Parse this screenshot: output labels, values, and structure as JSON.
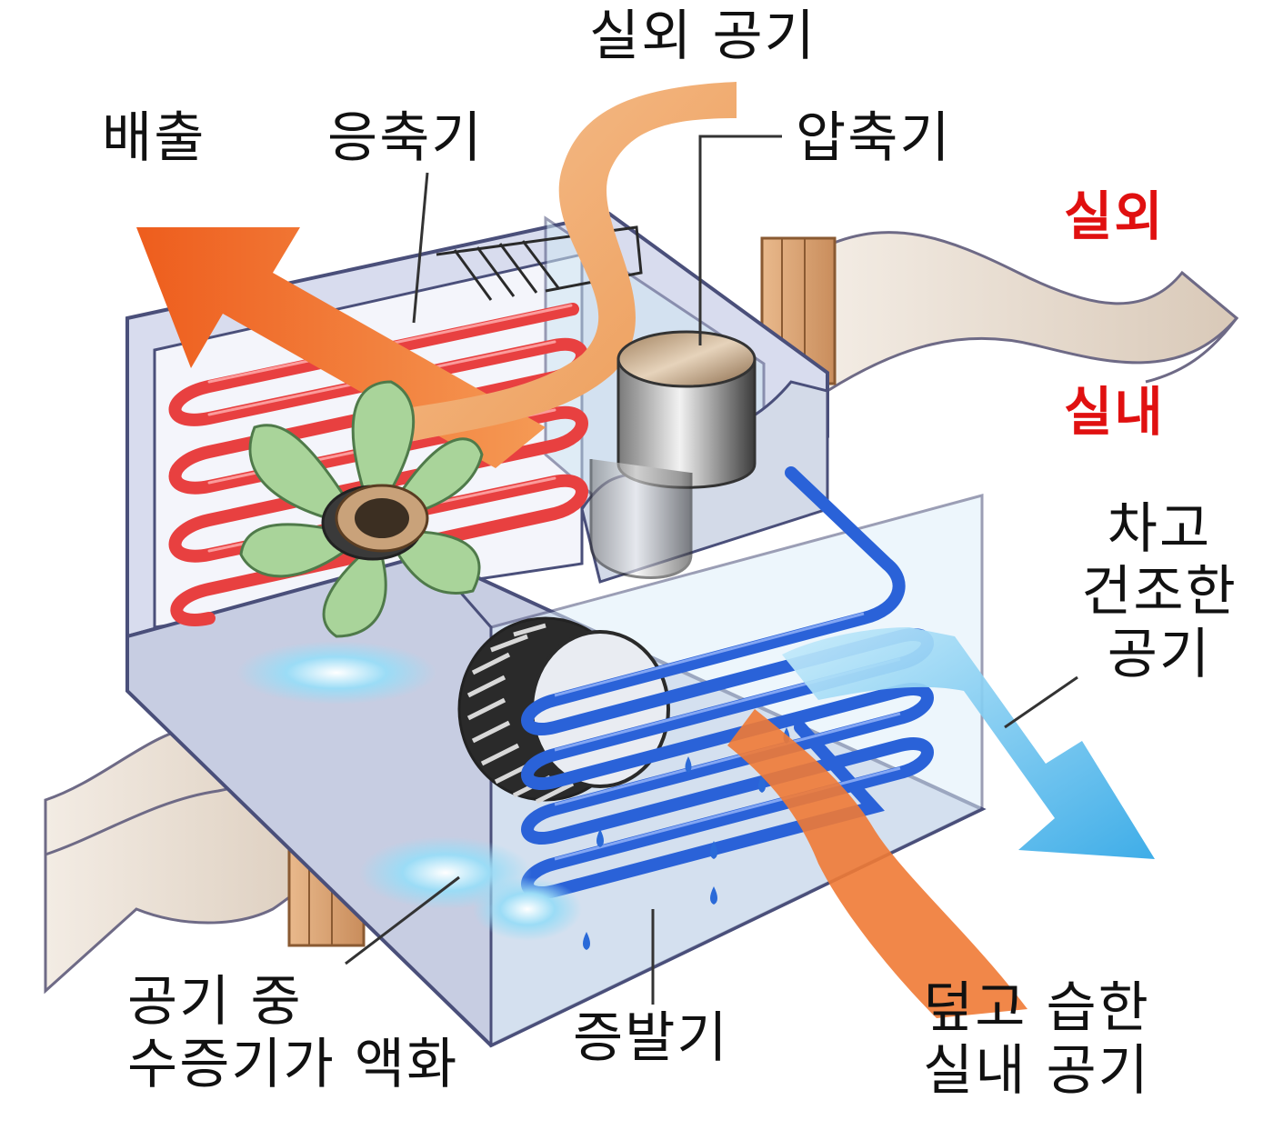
{
  "labels": {
    "exhaust": "배출",
    "condenser": "응축기",
    "outdoor_air": "실외 공기",
    "compressor": "압축기",
    "outdoor": "실외",
    "indoor": "실내",
    "cool_dry_air": [
      "차고",
      "건조한",
      "공기"
    ],
    "condensation": [
      "공기 중",
      "수증기가 액화"
    ],
    "evaporator": "증발기",
    "hot_humid_air": [
      "덮고 습한",
      "실내 공기"
    ]
  },
  "colors": {
    "outdoor_label": "#e01010",
    "hot_arrow": "#f07a35",
    "outdoor_air_stream": "#f2b078",
    "condenser_coil": "#e84040",
    "evaporator_coil": "#2a62d8",
    "cool_air_arrow": "#5cc4f0",
    "fan_blade": "#9fcf8f",
    "wall": "#e7dbcf"
  },
  "icons": {
    "fan": "fan-icon",
    "compressor": "compressor-cylinder",
    "blower": "blower-wheel-icon",
    "water_drop": "water-drop-icon"
  }
}
